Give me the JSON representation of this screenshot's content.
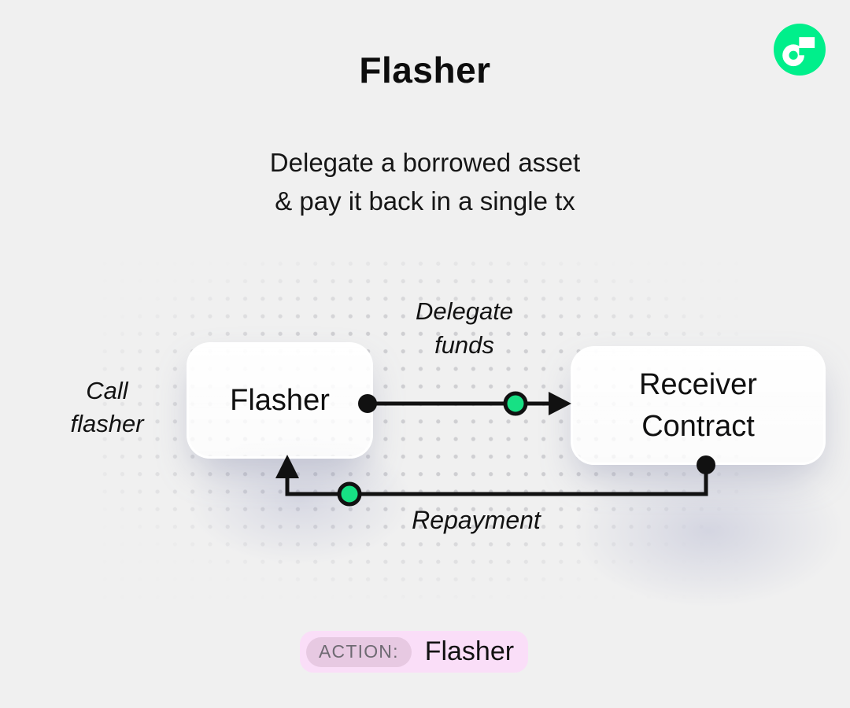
{
  "header": {
    "title": "Flasher",
    "subtitle_line1": "Delegate a borrowed asset",
    "subtitle_line2": "& pay it back in a single tx"
  },
  "logo": {
    "name": "flow-blockchain-logo",
    "color": "#00ef8b"
  },
  "diagram": {
    "nodes": [
      {
        "id": "flasher",
        "label": "Flasher"
      },
      {
        "id": "receiver-contract",
        "label_line1": "Receiver",
        "label_line2": "Contract"
      }
    ],
    "edges": [
      {
        "id": "delegate-funds",
        "from": "flasher",
        "to": "receiver-contract",
        "label_line1": "Delegate",
        "label_line2": "funds"
      },
      {
        "id": "repayment",
        "from": "receiver-contract",
        "to": "flasher",
        "label": "Repayment"
      }
    ],
    "side_label": {
      "line1": "Call",
      "line2": "flasher"
    }
  },
  "action_badge": {
    "label": "ACTION:",
    "value": "Flasher"
  },
  "colors": {
    "background": "#f0f0f0",
    "dot_grid": "#cfcfd2",
    "accent_green": "#17e084",
    "logo_green": "#00ef8b",
    "line_black": "#111111",
    "badge_bg": "#fadef8",
    "badge_chip_bg": "#e7c9e2",
    "badge_chip_text": "#6e6a72"
  }
}
